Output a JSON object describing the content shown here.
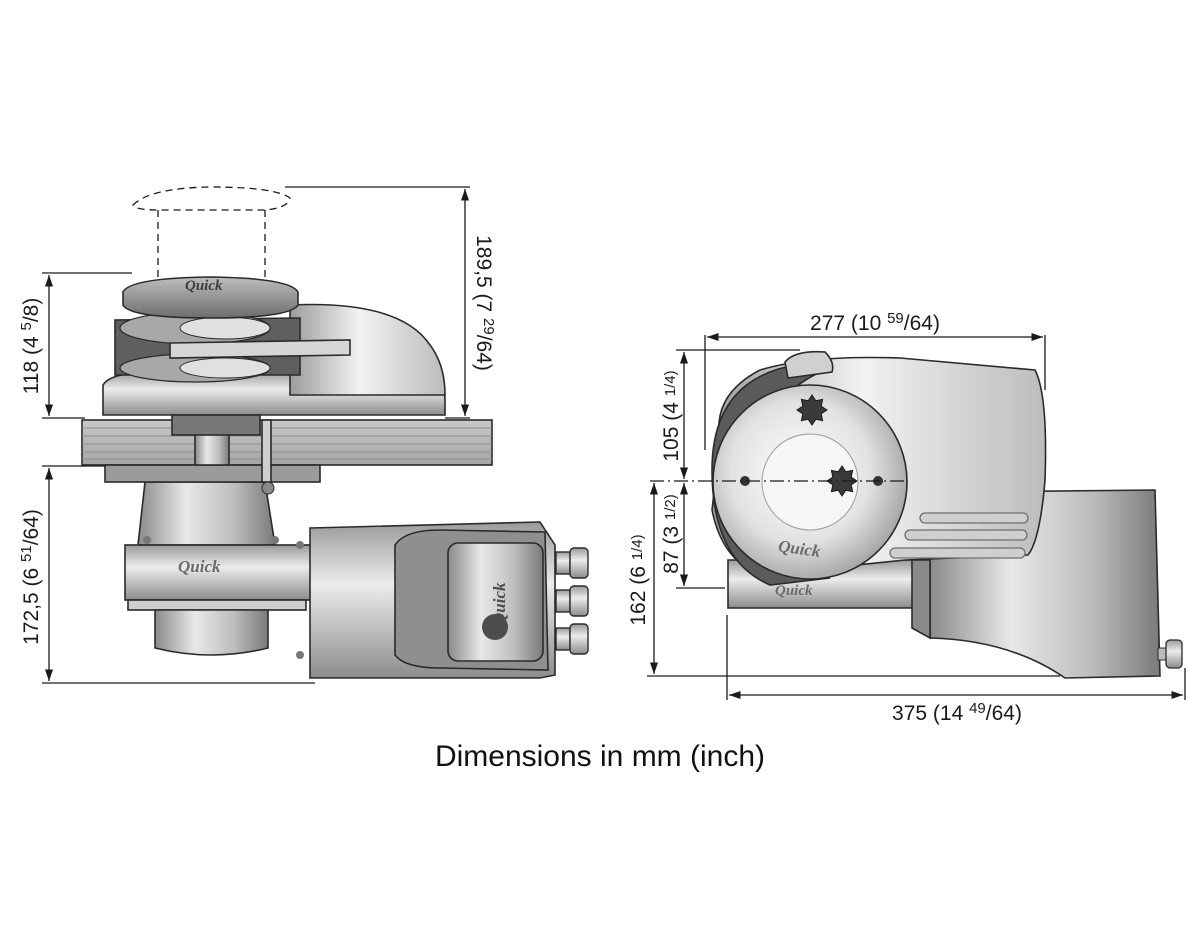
{
  "caption": "Dimensions in mm (inch)",
  "brand": "Quick",
  "dimensions": {
    "height_total": {
      "main": "189,5 (7 ",
      "sup": "29",
      "rest": "/64)"
    },
    "height_top": {
      "main": "118 (4 ",
      "sup": "5",
      "rest": "/8)"
    },
    "height_below": {
      "main": "172,5 (6 ",
      "sup": "51",
      "rest": "/64)"
    },
    "width_top": {
      "main": "277 (10 ",
      "sup": "59",
      "rest": "/64)"
    },
    "width_total": {
      "main": "375 (14 ",
      "sup": "49",
      "rest": "/64)"
    },
    "h105": {
      "main": "105 (4 ",
      "rest": "1/4)"
    },
    "h87": {
      "main": "87 (3 ",
      "rest": "1/2)"
    },
    "h162": {
      "main": "162 (6 ",
      "rest": "1/4)"
    }
  },
  "colors": {
    "metal_dark": "#6e6e6e",
    "metal_mid": "#a9a9a9",
    "metal_light": "#e6e6e6",
    "line": "#1a1a1a",
    "deck": "#b5b5b5"
  }
}
